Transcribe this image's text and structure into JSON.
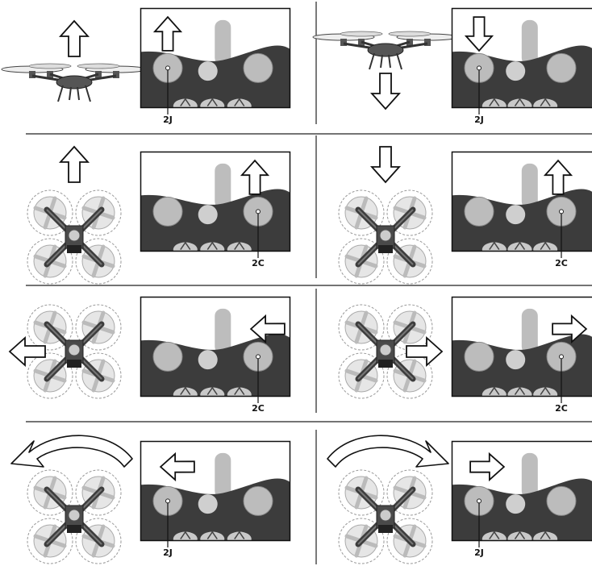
{
  "panels": [
    {
      "row": 0,
      "col": 0,
      "drone_view": "side",
      "drone_arrow": "up",
      "pad_arrow": "up",
      "stick": "left",
      "label": "2J"
    },
    {
      "row": 0,
      "col": 1,
      "drone_view": "side",
      "drone_arrow": "down",
      "pad_arrow": "down",
      "stick": "left",
      "label": "2J"
    },
    {
      "row": 1,
      "col": 0,
      "drone_view": "top",
      "drone_arrow": "up",
      "pad_arrow": "up",
      "stick": "right",
      "label": "2C"
    },
    {
      "row": 1,
      "col": 1,
      "drone_view": "top",
      "drone_arrow": "down",
      "pad_arrow": "up",
      "stick": "right",
      "label": "2C"
    },
    {
      "row": 2,
      "col": 0,
      "drone_view": "top",
      "drone_arrow": "left",
      "pad_arrow": "left",
      "stick": "right",
      "label": "2C"
    },
    {
      "row": 2,
      "col": 1,
      "drone_view": "top",
      "drone_arrow": "right",
      "pad_arrow": "right",
      "stick": "right",
      "label": "2C"
    },
    {
      "row": 3,
      "col": 0,
      "drone_view": "top",
      "drone_arrow": "rotate-left",
      "pad_arrow": "left",
      "stick": "left",
      "label": "2J"
    },
    {
      "row": 3,
      "col": 1,
      "drone_view": "top",
      "drone_arrow": "rotate-right",
      "pad_arrow": "right",
      "stick": "left",
      "label": "2J"
    }
  ]
}
